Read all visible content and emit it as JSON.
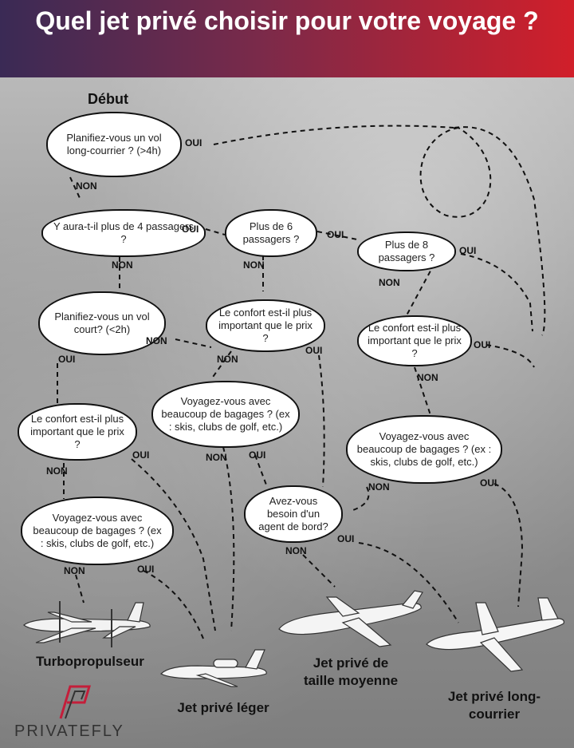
{
  "title": "Quel jet privé choisir pour votre voyage ?",
  "start_label": "Début",
  "questions": [
    "Planifiez-vous un vol long-courrier ? (>4h)",
    "Y aura-t-il plus de 4 passagers ?",
    "Plus de 6 passagers ?",
    "Plus de 8 passagers ?",
    "Planifiez-vous un vol court? (<2h)",
    "Le confort est-il plus important que le prix ?",
    "Le confort est-il plus important que le prix ?",
    "Le confort est-il plus important que le prix ?",
    "Voyagez-vous avec beaucoup de bagages ? (ex : skis, clubs de golf, etc.)",
    "Voyagez-vous avec beaucoup de bagages ? (ex : skis, clubs de golf, etc.)",
    "Avez-vous besoin d'un agent de bord?",
    "Voyagez-vous avec beaucoup de bagages ? (ex : skis, clubs de golf, etc.)"
  ],
  "answers": {
    "yes": "OUI",
    "no": "NON"
  },
  "destinations": {
    "turboprop": "Turbopropulseur",
    "light": "Jet privé léger",
    "mid": "Jet privé de taille moyenne",
    "long": "Jet privé long-courrier"
  },
  "brand": "PRIVATEFLY",
  "colors": {
    "header_start": "#3a2a55",
    "header_end": "#d11f2a",
    "brand_mark": "#c41e3a"
  }
}
